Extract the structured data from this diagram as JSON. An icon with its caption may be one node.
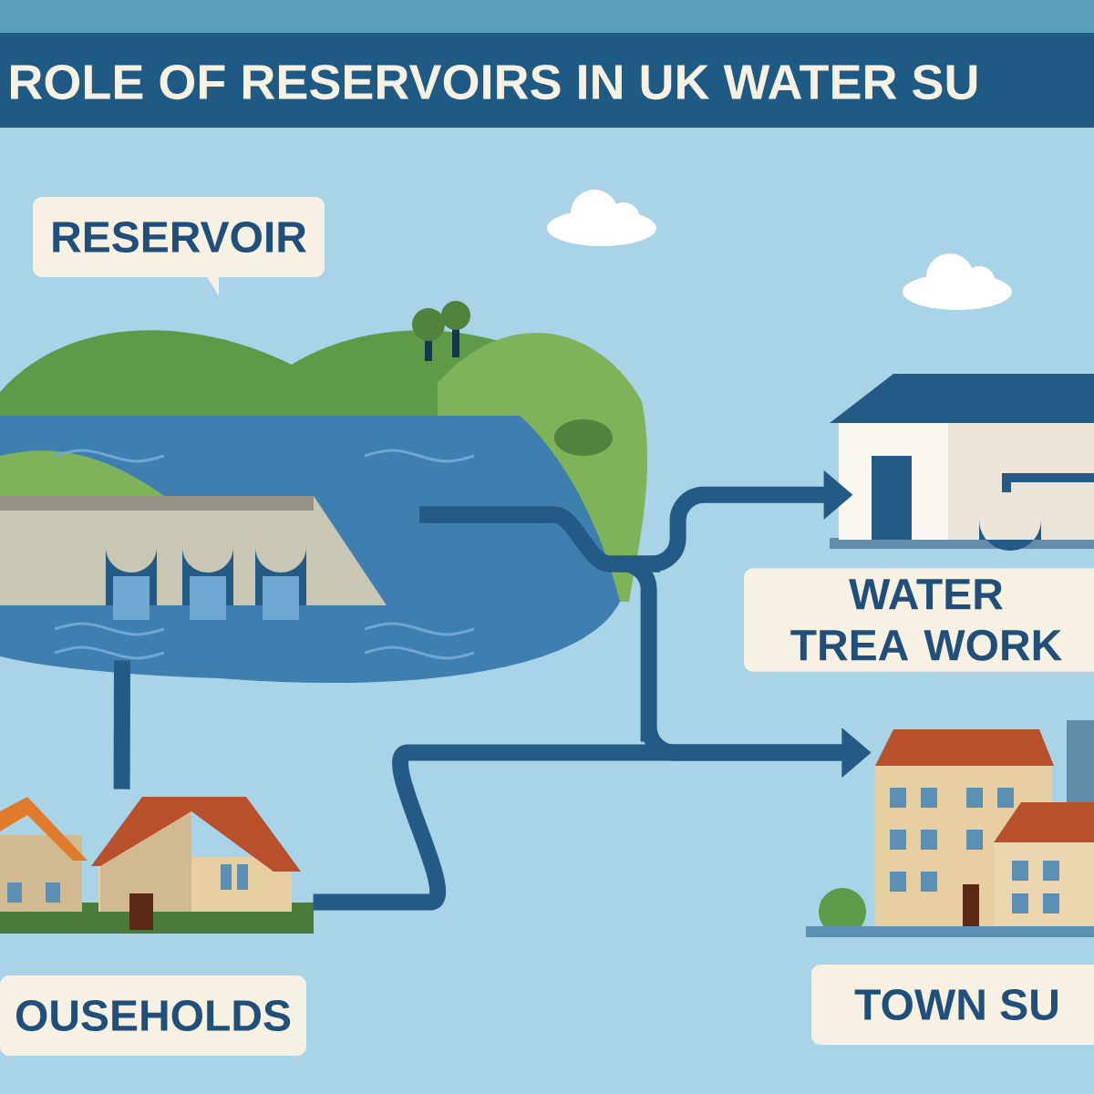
{
  "diagram": {
    "title": "ROLE OF RESERVOIRS IN UK WATER SU",
    "nodes": [
      {
        "text": [
          "RESERVOIR"
        ]
      },
      {
        "text": [
          "WATER TREA WORK"
        ]
      },
      {
        "text": [
          "OUSEHOLDS"
        ]
      },
      {
        "text": [
          "TOWN SU"
        ]
      }
    ],
    "edges": [
      {
        "from": 0,
        "to": 1,
        "arrow": "to"
      },
      {
        "from": 0,
        "to": 3,
        "arrow": "to"
      },
      {
        "from": 0,
        "to": 2,
        "arrow": "none"
      },
      {
        "from": 2,
        "to": 3,
        "arrow": "to"
      }
    ]
  }
}
